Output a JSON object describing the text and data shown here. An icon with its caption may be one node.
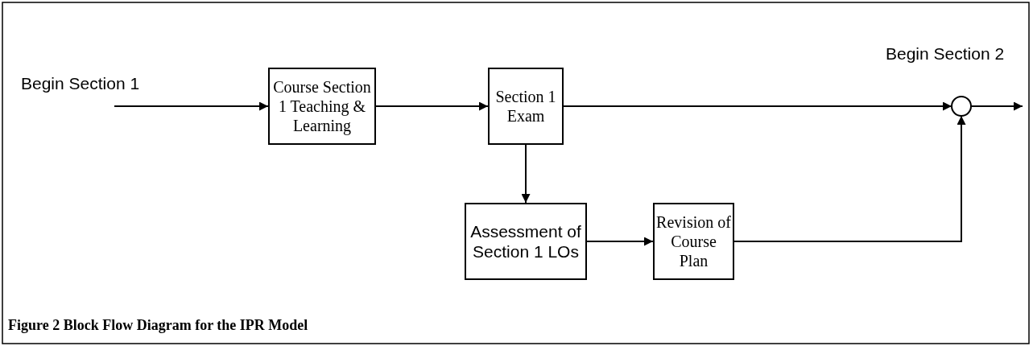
{
  "diagram": {
    "caption": "Figure 2 Block Flow Diagram for the IPR Model",
    "nodes": [
      {
        "text": [
          "Course Section 1 Teaching & Learning"
        ]
      },
      {
        "text": [
          "Section 1 Exam"
        ]
      },
      {
        "text": [],
        "shape": "circle"
      },
      {
        "text": [
          "Assessment of Section 1 LOs"
        ]
      },
      {
        "text": [
          "Revision of Course Plan"
        ]
      }
    ],
    "edges": [
      {
        "from": null,
        "to": 0,
        "arrow": "to"
      },
      {
        "from": 0,
        "to": 1,
        "arrow": "to"
      },
      {
        "from": 1,
        "to": 2,
        "arrow": "to"
      },
      {
        "from": 1,
        "to": 3,
        "arrow": "to"
      },
      {
        "from": 3,
        "to": 4,
        "arrow": "to"
      },
      {
        "from": 4,
        "to": 2,
        "arrow": "to"
      },
      {
        "from": 2,
        "to": null,
        "arrow": "to"
      }
    ],
    "labels": [
      "Begin Section 1",
      "Begin Section 2"
    ]
  }
}
